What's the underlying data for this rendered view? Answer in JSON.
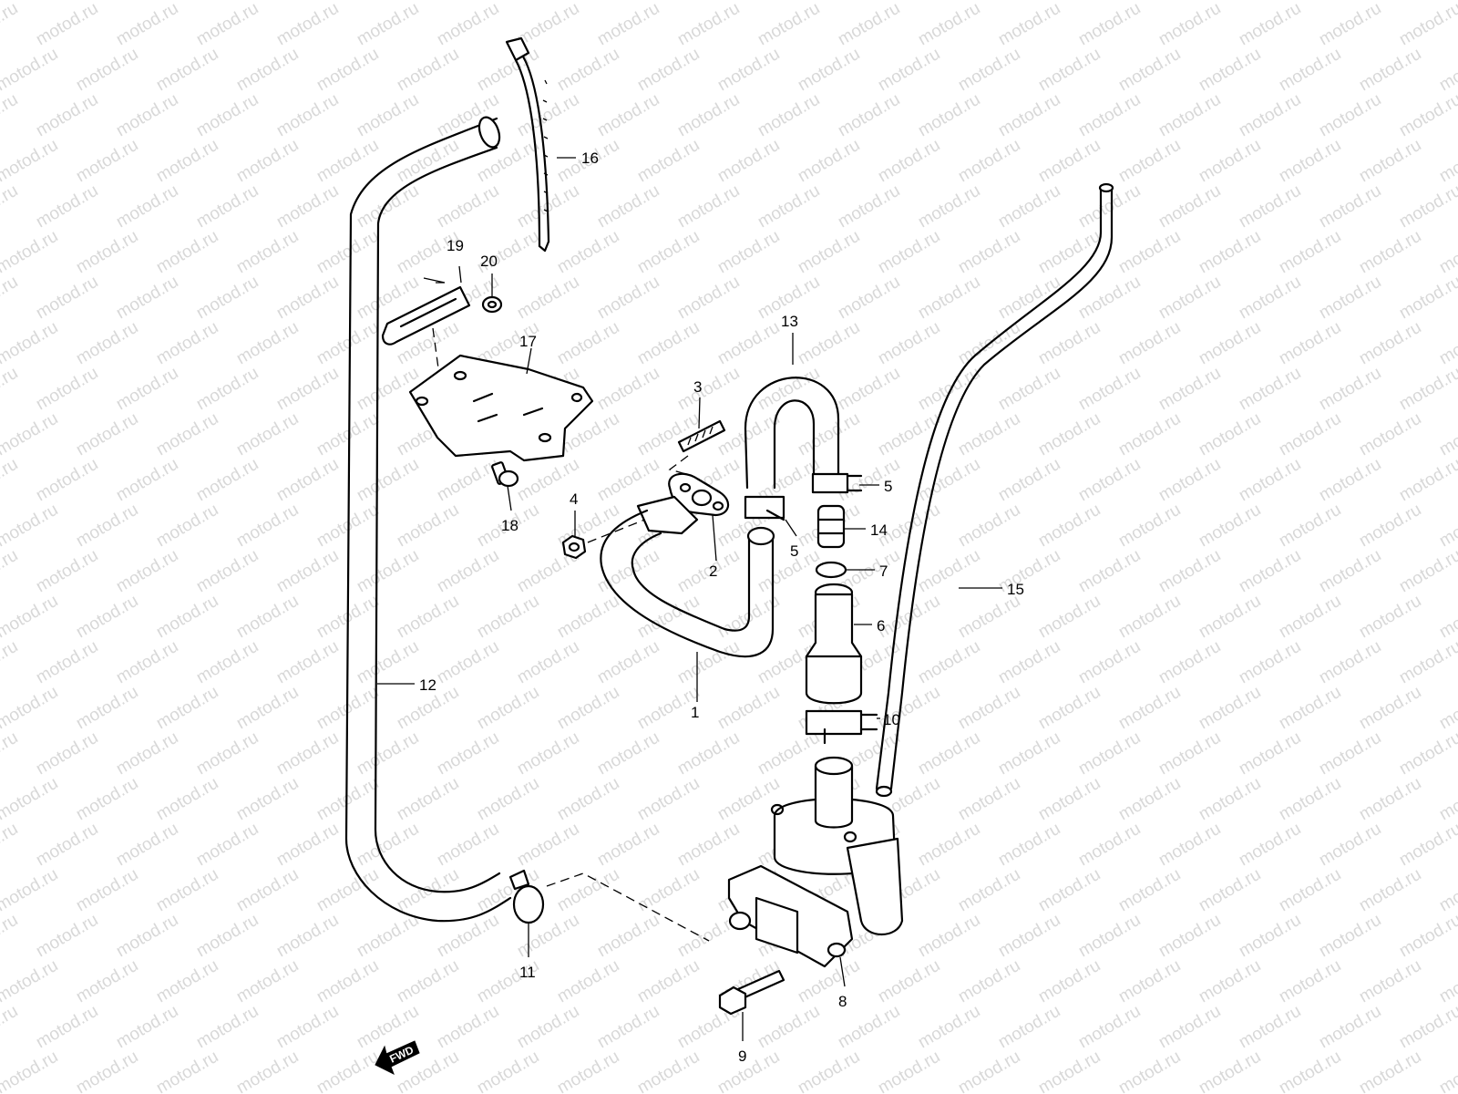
{
  "watermark": {
    "text": "motod.ru",
    "color": "#d8d8d8"
  },
  "direction_badge": {
    "text": "FWD",
    "icon": "fwd-arrow-icon"
  },
  "callouts": [
    {
      "id": "c1",
      "label": "1"
    },
    {
      "id": "c2",
      "label": "2"
    },
    {
      "id": "c3",
      "label": "3"
    },
    {
      "id": "c4",
      "label": "4"
    },
    {
      "id": "c5a",
      "label": "5"
    },
    {
      "id": "c5b",
      "label": "5"
    },
    {
      "id": "c6",
      "label": "6"
    },
    {
      "id": "c7",
      "label": "7"
    },
    {
      "id": "c8",
      "label": "8"
    },
    {
      "id": "c9",
      "label": "9"
    },
    {
      "id": "c10",
      "label": "10"
    },
    {
      "id": "c11",
      "label": "11"
    },
    {
      "id": "c12",
      "label": "12"
    },
    {
      "id": "c13",
      "label": "13"
    },
    {
      "id": "c14",
      "label": "14"
    },
    {
      "id": "c15",
      "label": "15"
    },
    {
      "id": "c16",
      "label": "16"
    },
    {
      "id": "c17",
      "label": "17"
    },
    {
      "id": "c18",
      "label": "18"
    },
    {
      "id": "c19",
      "label": "19"
    },
    {
      "id": "c20",
      "label": "20"
    }
  ]
}
